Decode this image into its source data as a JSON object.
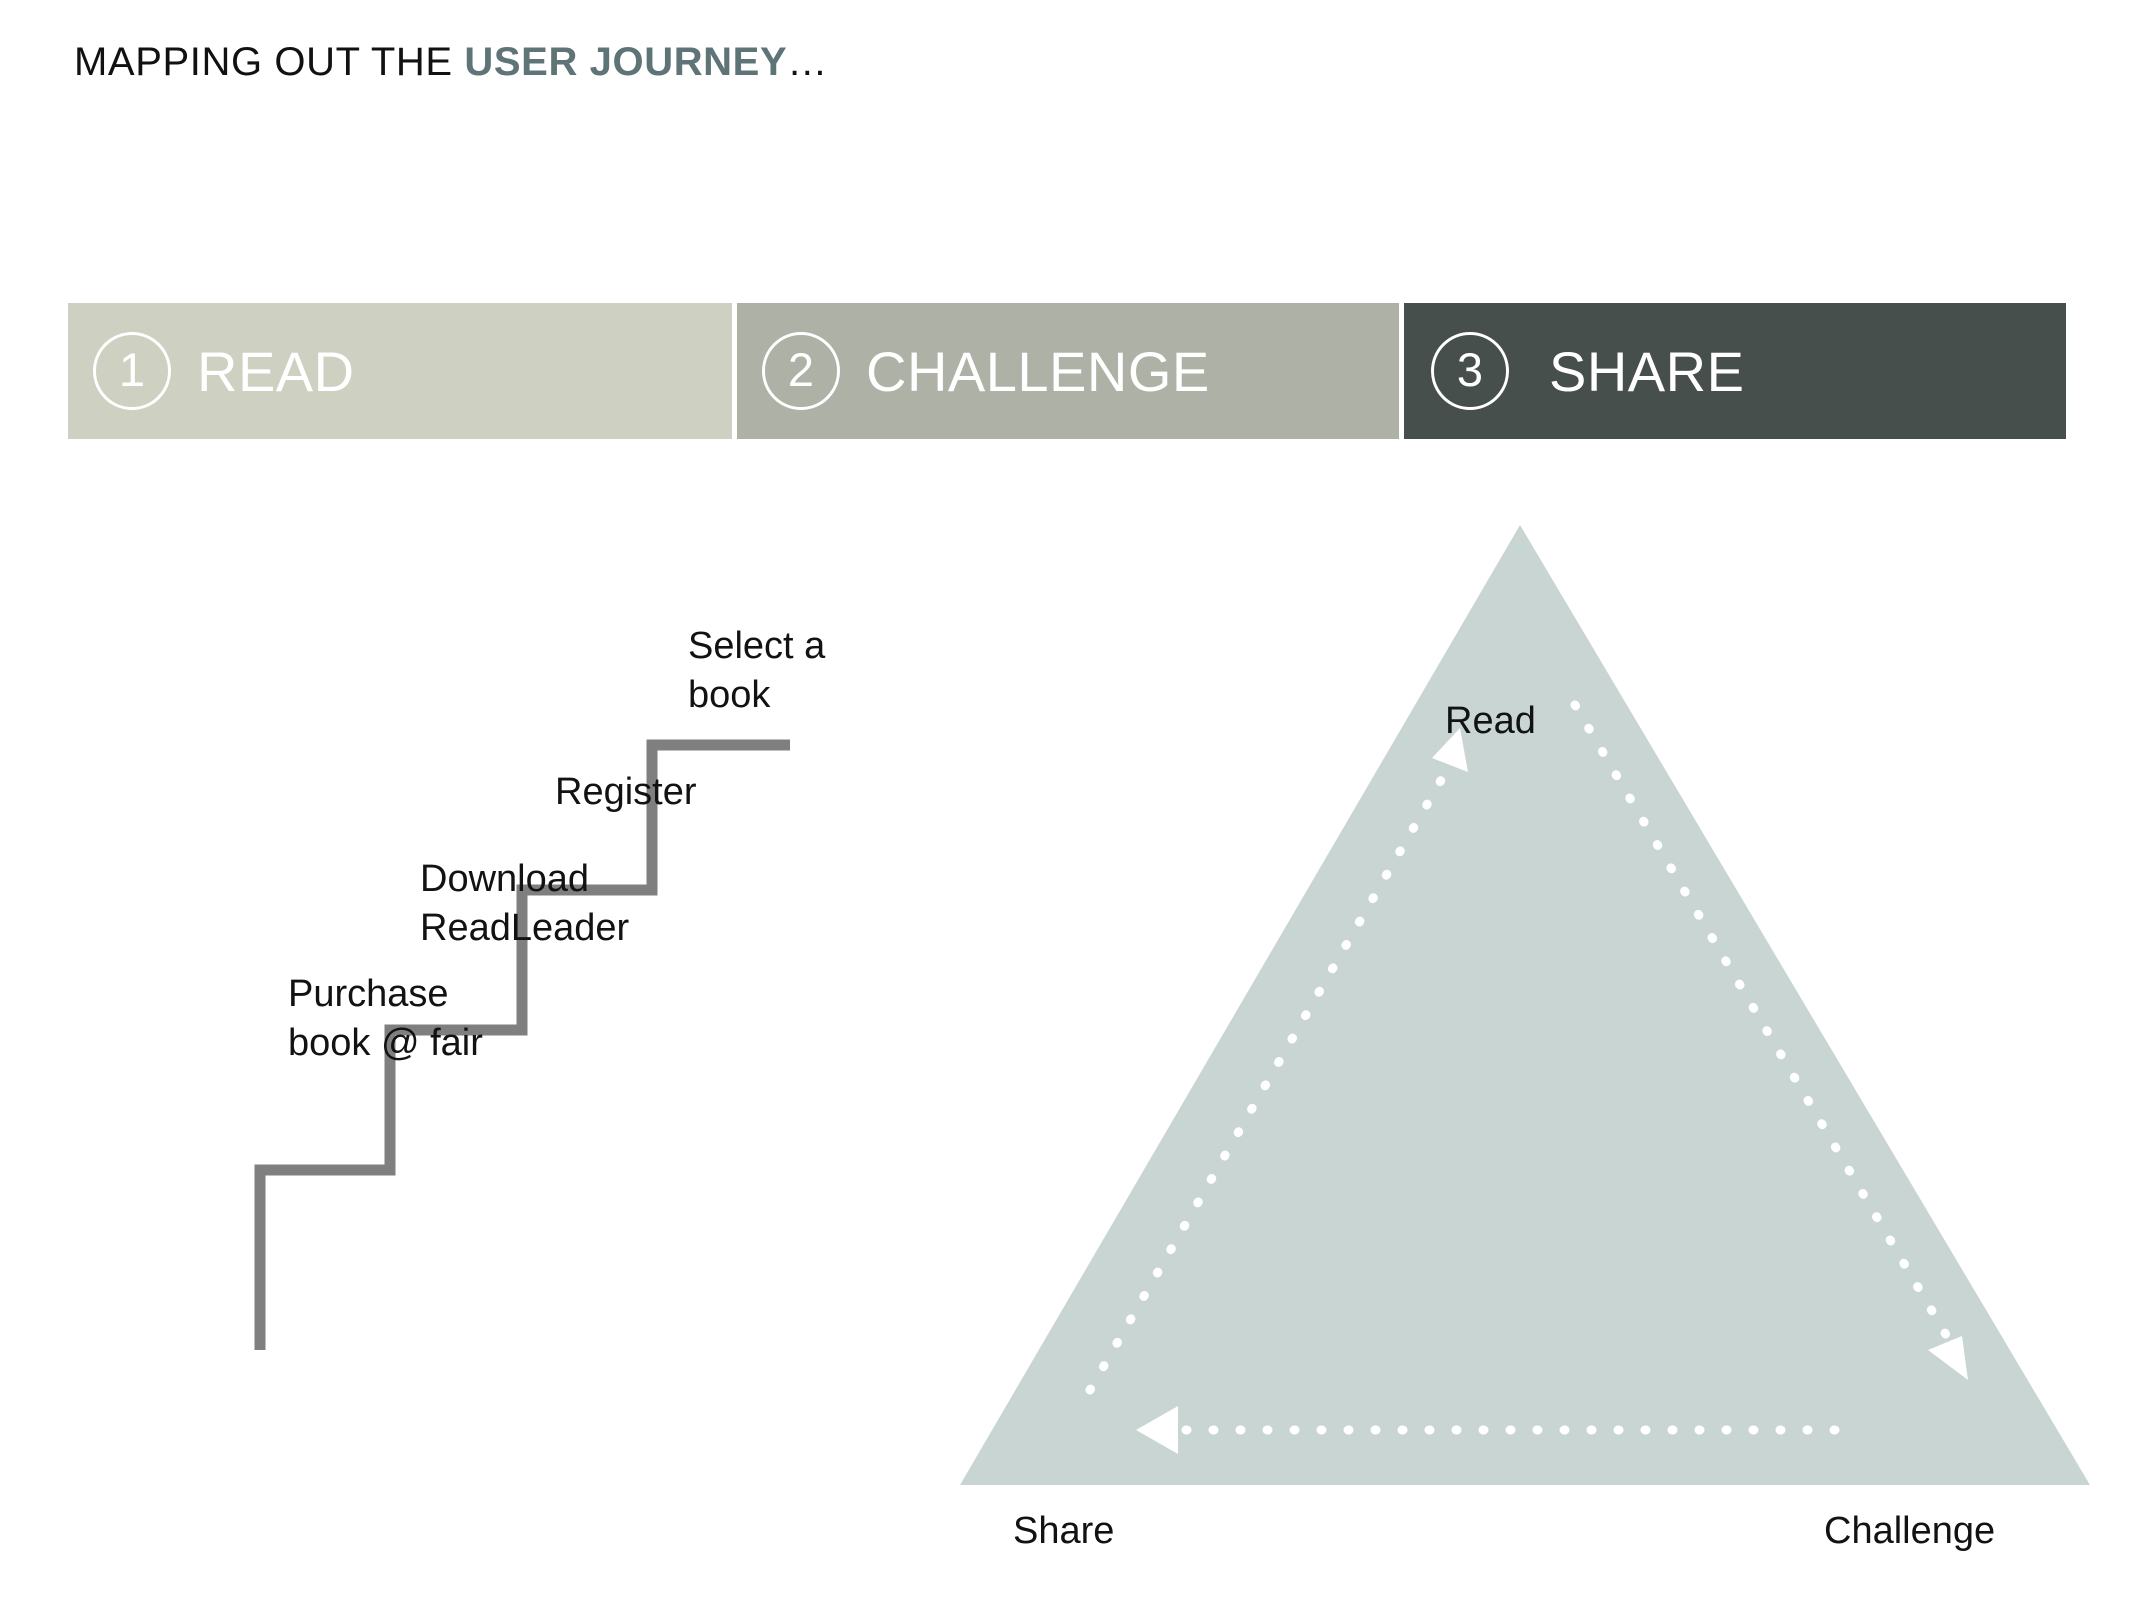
{
  "title": {
    "prefix": "MAPPING OUT THE ",
    "highlight": "USER JOURNEY",
    "suffix": "…"
  },
  "steps": [
    {
      "number": "1",
      "label": "READ",
      "color": "#ced1c2"
    },
    {
      "number": "2",
      "label": "CHALLENGE",
      "color": "#aeb1a5"
    },
    {
      "number": "3",
      "label": "SHARE",
      "color": "#474f4c"
    }
  ],
  "staircase": {
    "line_color": "#7f7f7f",
    "steps": [
      {
        "label": "Purchase\nbook @ fair"
      },
      {
        "label": "Download\nReadLeader"
      },
      {
        "label": "Register"
      },
      {
        "label": "Select a\nbook"
      }
    ]
  },
  "cycle": {
    "fill": "#c8d5d3",
    "arrow_color": "#ffffff",
    "nodes": [
      {
        "name": "Read",
        "position": "apex"
      },
      {
        "name": "Challenge",
        "position": "bottom-right"
      },
      {
        "name": "Share",
        "position": "bottom-left"
      }
    ],
    "flow": "Read -> Challenge -> Share -> Read"
  }
}
